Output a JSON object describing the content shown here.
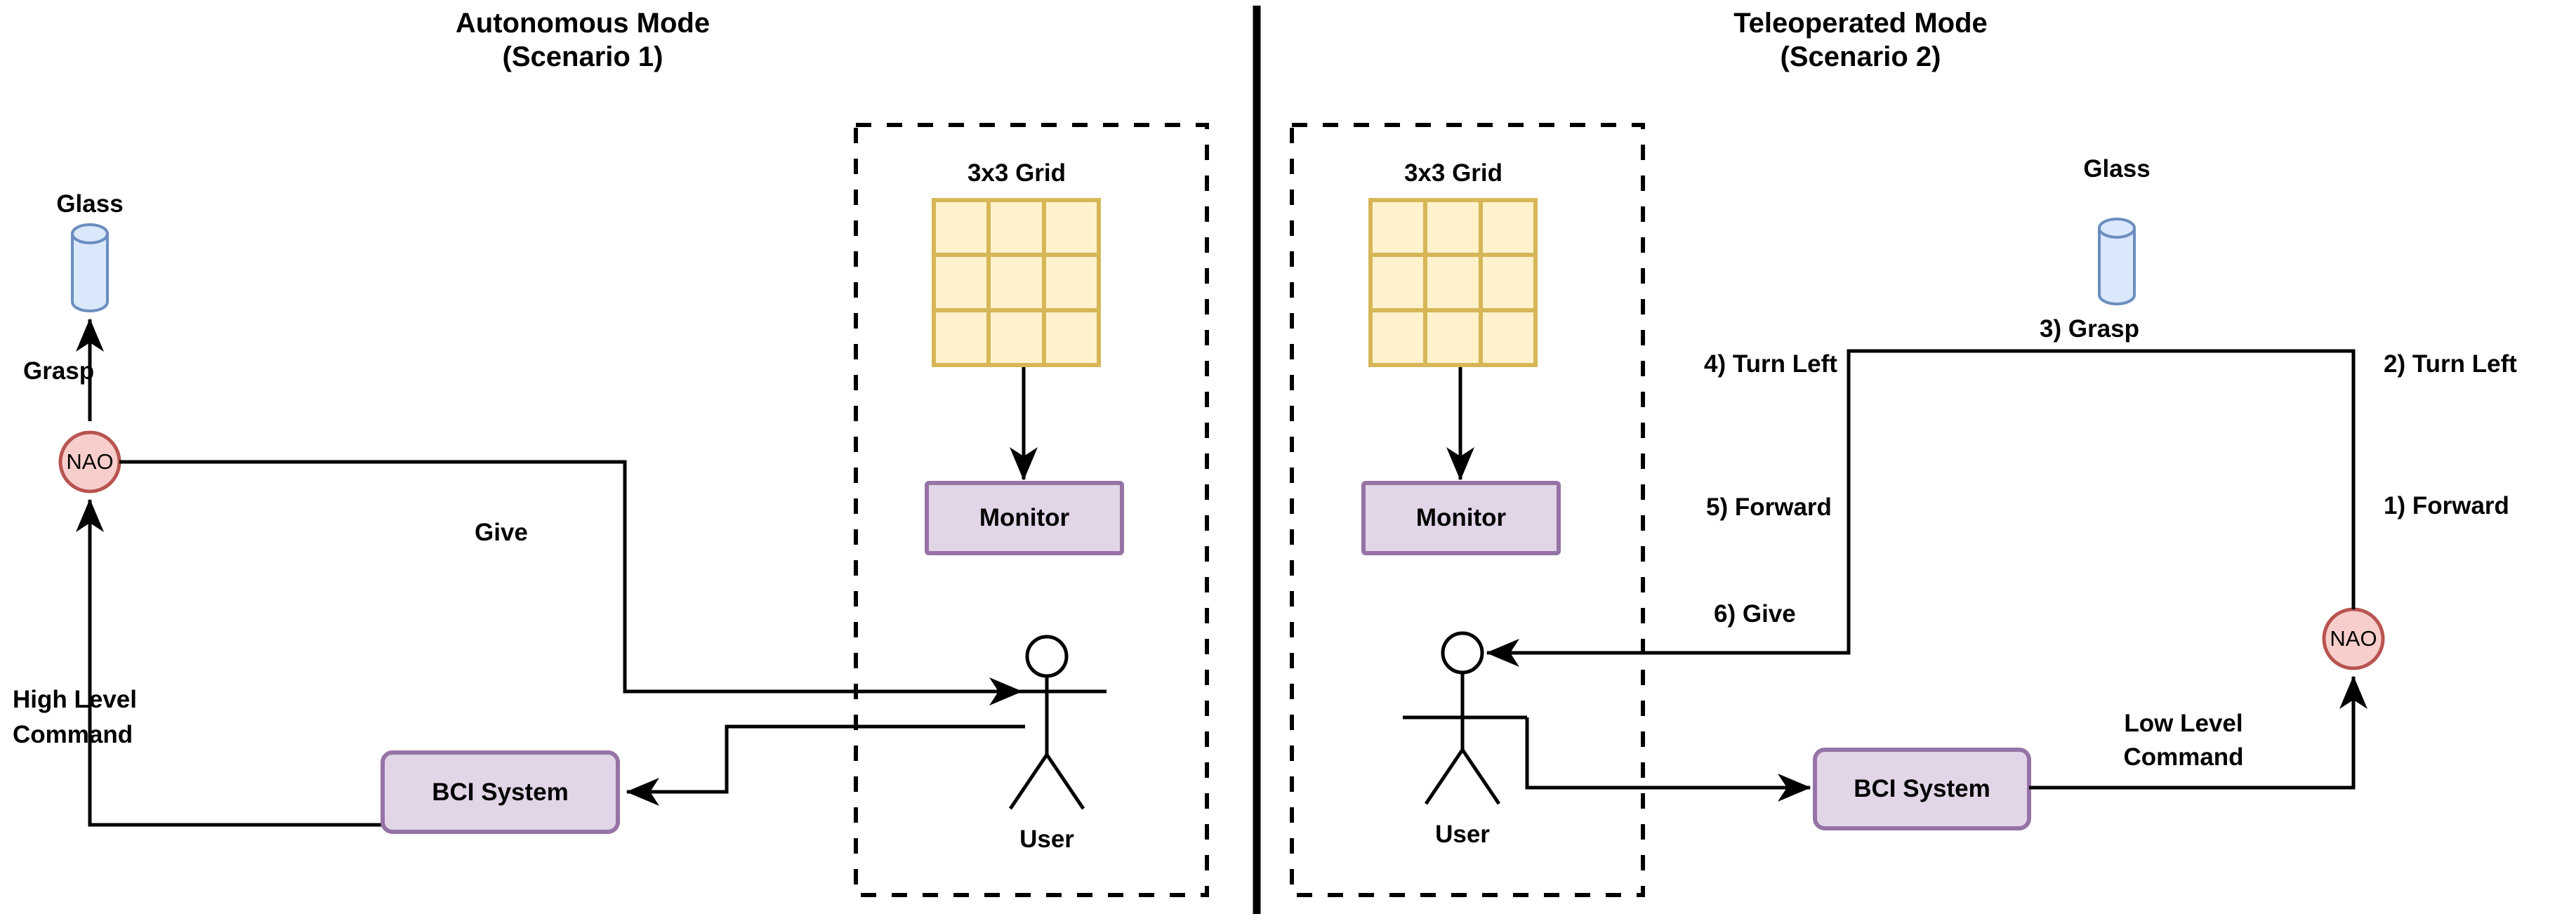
{
  "panels": {
    "left": {
      "title_line1": "Autonomous Mode",
      "title_line2": "(Scenario 1)",
      "nodes": {
        "glass_label": "Glass",
        "nao_label": "NAO",
        "bci_label": "BCI System",
        "monitor_label": "Monitor",
        "grid_label": "3x3 Grid",
        "user_label": "User"
      },
      "edge_labels": {
        "grasp": "Grasp",
        "give": "Give",
        "high_level_command_line1": "High Level",
        "high_level_command_line2": "Command"
      }
    },
    "right": {
      "title_line1": "Teleoperated Mode",
      "title_line2": "(Scenario 2)",
      "nodes": {
        "glass_label": "Glass",
        "nao_label": "NAO",
        "bci_label": "BCI System",
        "monitor_label": "Monitor",
        "grid_label": "3x3 Grid",
        "user_label": "User"
      },
      "edge_labels": {
        "step1": "1) Forward",
        "step2": "2) Turn Left",
        "step3": "3) Grasp",
        "step4": "4) Turn Left",
        "step5": "5) Forward",
        "step6": "6) Give",
        "low_level_command_line1": "Low Level",
        "low_level_command_line2": "Command"
      }
    }
  },
  "colors": {
    "glass_fill": "#dae8fc",
    "glass_stroke": "#6c8ebf",
    "nao_fill": "#f8cecc",
    "nao_stroke": "#b85450",
    "box_fill": "#e1d5e7",
    "box_stroke": "#9673a6",
    "grid_fill": "#fff2cc",
    "grid_stroke": "#d6b656",
    "line": "#000000",
    "background": "#ffffff"
  }
}
